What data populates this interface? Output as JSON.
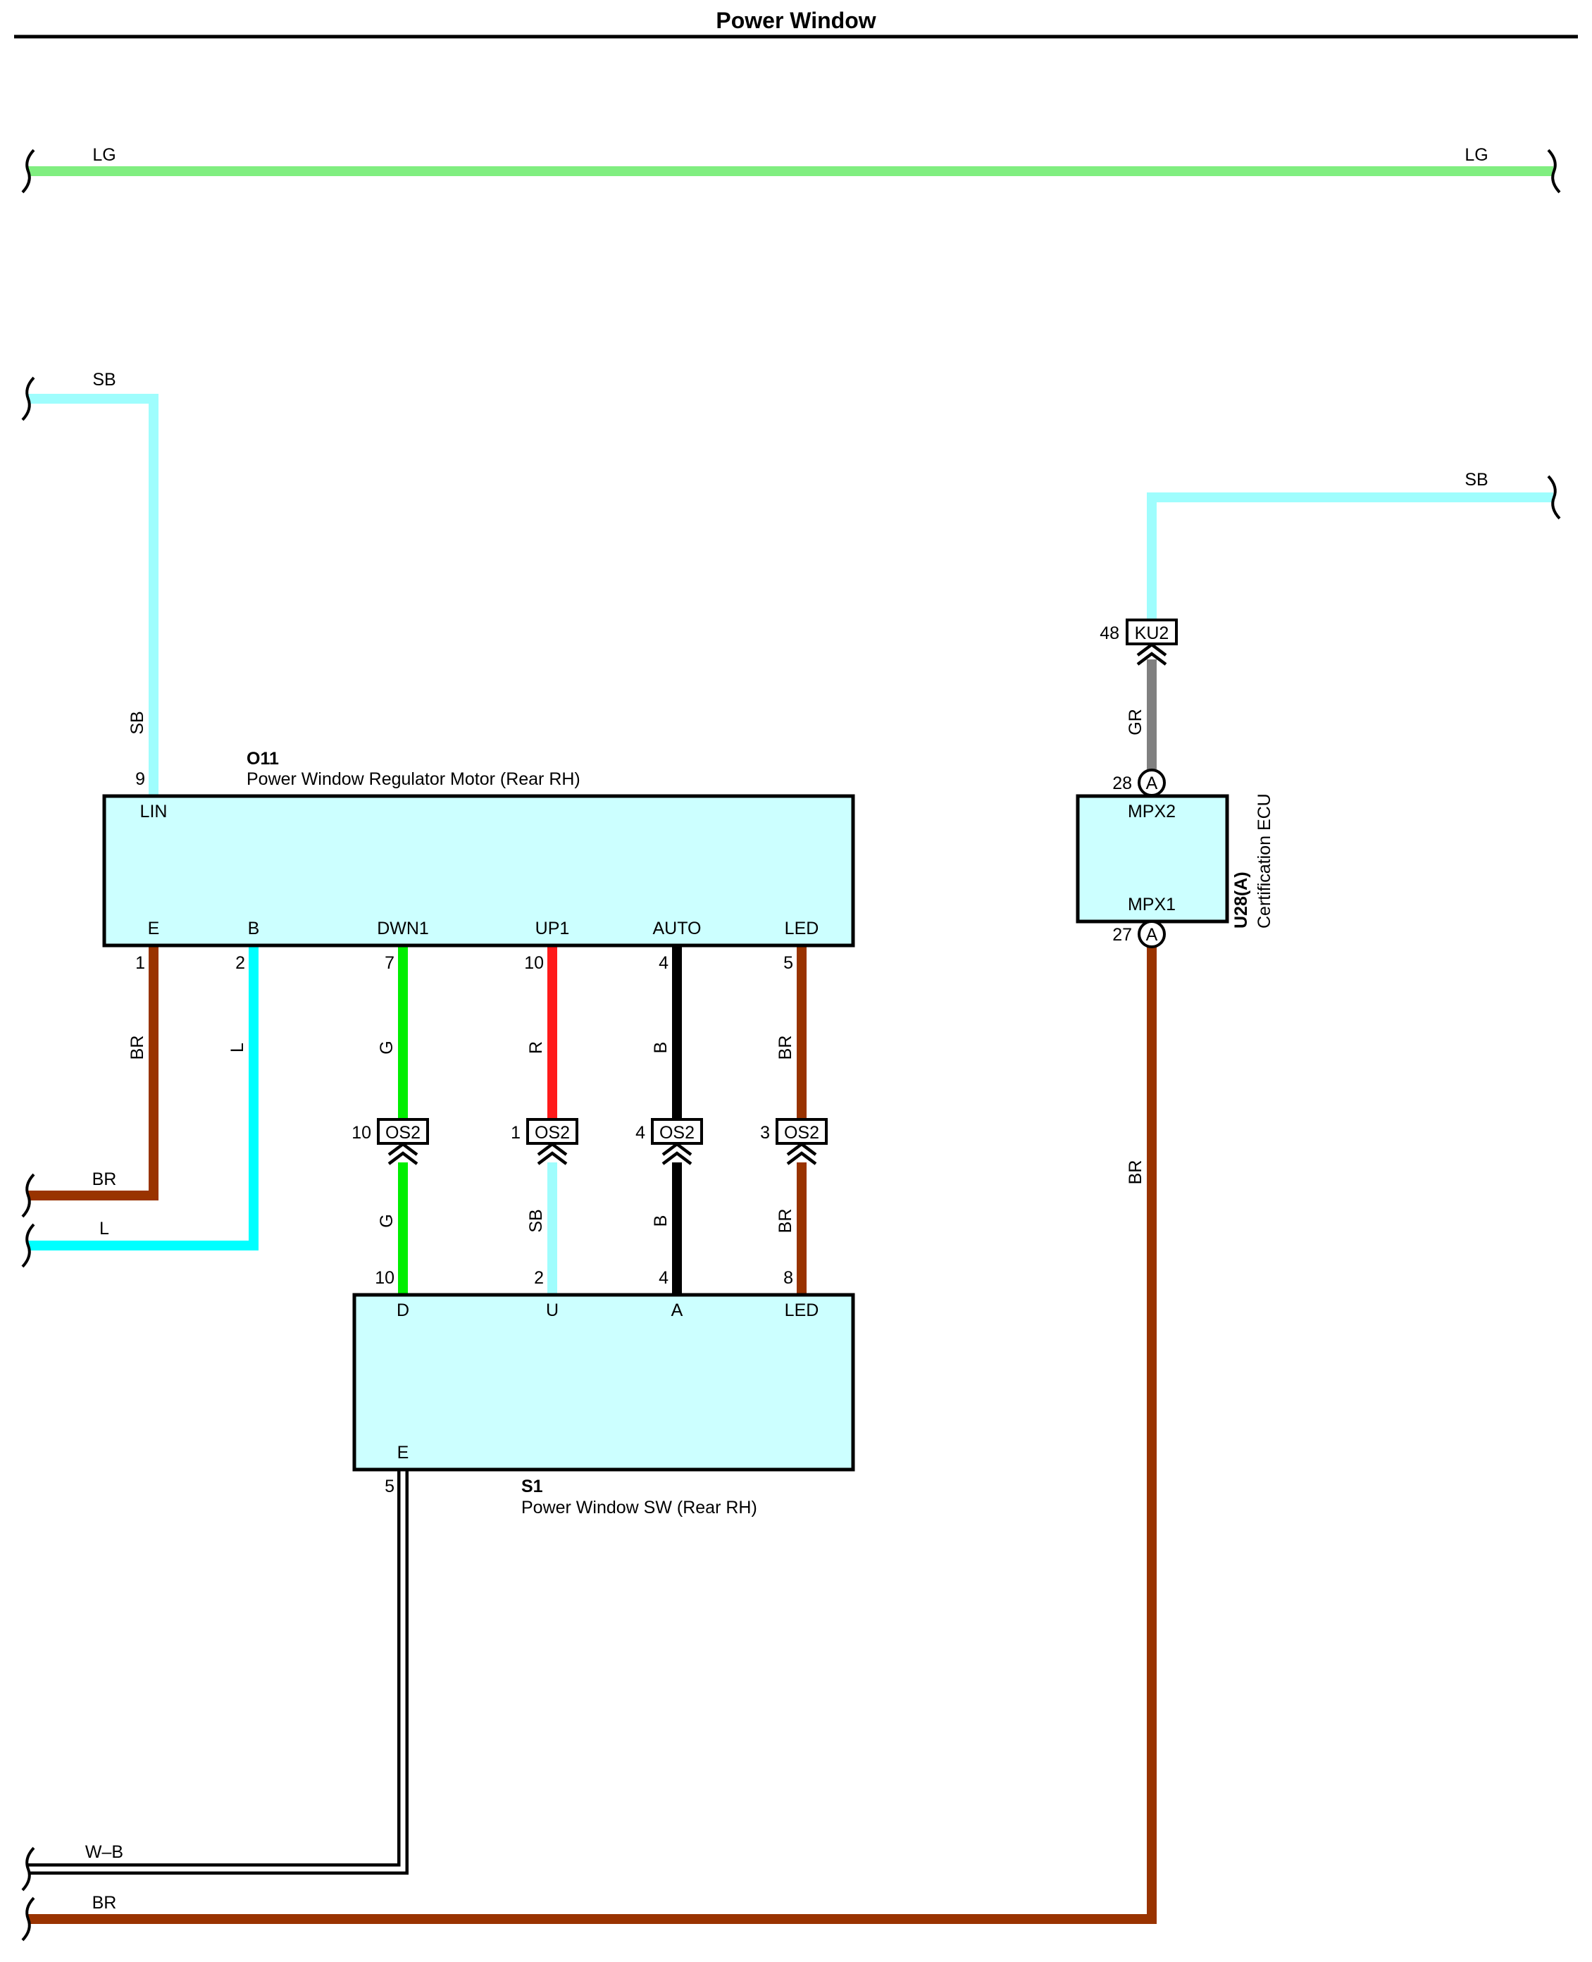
{
  "title": "Power Window",
  "colors": {
    "LG": "#80ee80",
    "SB": "#9ffdfd",
    "L": "#00ffff",
    "BR": "#993300",
    "G": "#00ee00",
    "R": "#ff1a1a",
    "B": "#000000",
    "GR": "#808080",
    "box_fill": "#ccffff"
  },
  "wire_labels": {
    "lg_left": "LG",
    "lg_right": "LG",
    "sb_top_left": "SB",
    "sb_top_left_vertical": "SB",
    "sb_right": "SB",
    "gr": "GR",
    "br_motor_e": "BR",
    "l_motor_b": "L",
    "g_upper": "G",
    "r_upper": "R",
    "b_upper": "B",
    "br_led_upper": "BR",
    "g_lower": "G",
    "sb_lower": "SB",
    "b_lower": "B",
    "br_led_lower": "BR",
    "br_ecu": "BR",
    "br_left_upper": "BR",
    "l_left": "L",
    "wb_left": "W–B",
    "br_left_bottom": "BR"
  },
  "motor": {
    "code": "O11",
    "name": "Power Window Regulator Motor (Rear RH)",
    "top_pin": {
      "number": "9",
      "name": "LIN"
    },
    "pins": [
      {
        "number": "1",
        "name": "E"
      },
      {
        "number": "2",
        "name": "B"
      },
      {
        "number": "7",
        "name": "DWN1"
      },
      {
        "number": "10",
        "name": "UP1"
      },
      {
        "number": "4",
        "name": "AUTO"
      },
      {
        "number": "5",
        "name": "LED"
      }
    ]
  },
  "switch": {
    "code": "S1",
    "name": "Power Window SW (Rear RH)",
    "pins": [
      {
        "number": "10",
        "name": "D"
      },
      {
        "number": "2",
        "name": "U"
      },
      {
        "number": "4",
        "name": "A"
      },
      {
        "number": "8",
        "name": "LED"
      }
    ],
    "ground_pin": {
      "number": "5",
      "name": "E"
    }
  },
  "os2_connectors": [
    {
      "code": "OS2",
      "pin": "10"
    },
    {
      "code": "OS2",
      "pin": "1"
    },
    {
      "code": "OS2",
      "pin": "4"
    },
    {
      "code": "OS2",
      "pin": "3"
    }
  ],
  "ku2_connector": {
    "code": "KU2",
    "pin": "48"
  },
  "ecu": {
    "code": "U28(A)",
    "name": "Certification ECU",
    "mpx2": {
      "pin": "28",
      "name": "MPX2",
      "connector": "A"
    },
    "mpx1": {
      "pin": "27",
      "name": "MPX1",
      "connector": "A"
    }
  }
}
